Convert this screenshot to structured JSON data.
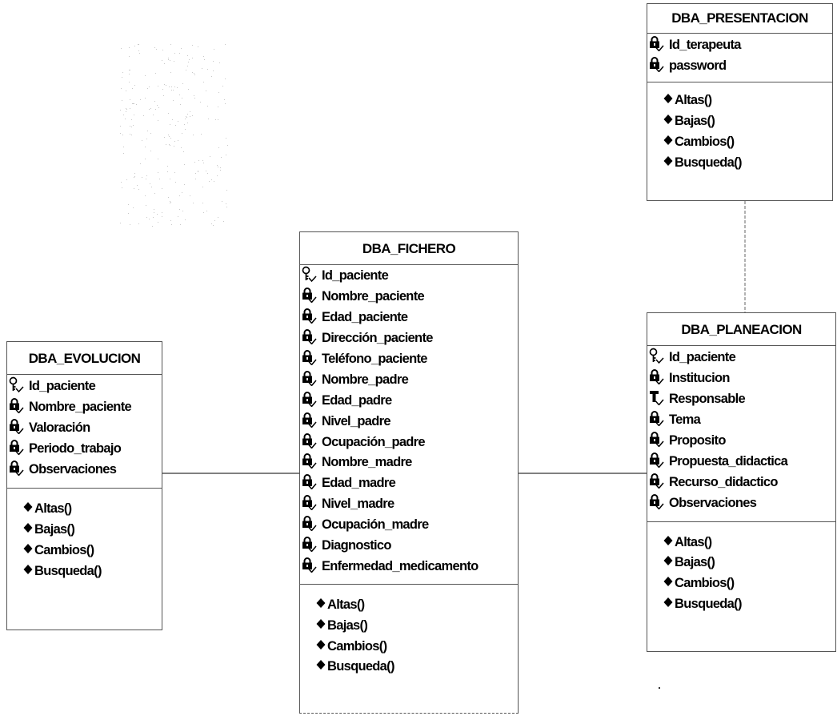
{
  "classes": {
    "presentacion": {
      "name": "DBA_PRESENTACION",
      "attributes": [
        {
          "icon": "lock-attribute-icon",
          "label": "Id_terapeuta"
        },
        {
          "icon": "lock-attribute-icon",
          "label": "password"
        }
      ],
      "operations": [
        "Altas()",
        "Bajas()",
        "Cambios()",
        "Busqueda()"
      ]
    },
    "fichero": {
      "name": "DBA_FICHERO",
      "attributes": [
        {
          "icon": "key-attribute-icon",
          "label": "Id_paciente"
        },
        {
          "icon": "lock-attribute-icon",
          "label": "Nombre_paciente"
        },
        {
          "icon": "lock-attribute-icon",
          "label": "Edad_paciente"
        },
        {
          "icon": "lock-attribute-icon",
          "label": "Dirección_paciente"
        },
        {
          "icon": "lock-attribute-icon",
          "label": "Teléfono_paciente"
        },
        {
          "icon": "lock-attribute-icon",
          "label": "Nombre_padre"
        },
        {
          "icon": "lock-attribute-icon",
          "label": "Edad_padre"
        },
        {
          "icon": "lock-attribute-icon",
          "label": "Nivel_padre"
        },
        {
          "icon": "lock-attribute-icon",
          "label": "Ocupación_padre"
        },
        {
          "icon": "lock-attribute-icon",
          "label": "Nombre_madre"
        },
        {
          "icon": "lock-attribute-icon",
          "label": "Edad_madre"
        },
        {
          "icon": "lock-attribute-icon",
          "label": "Nivel_madre"
        },
        {
          "icon": "lock-attribute-icon",
          "label": "Ocupación_madre"
        },
        {
          "icon": "lock-attribute-icon",
          "label": "Diagnostico"
        },
        {
          "icon": "lock-attribute-icon",
          "label": "Enfermedad_medicamento"
        }
      ],
      "operations": [
        "Altas()",
        "Bajas()",
        "Cambios()",
        "Busqueda()"
      ]
    },
    "evolucion": {
      "name": "DBA_EVOLUCION",
      "attributes": [
        {
          "icon": "key-attribute-icon",
          "label": "Id_paciente"
        },
        {
          "icon": "lock-attribute-icon",
          "label": "Nombre_paciente"
        },
        {
          "icon": "lock-attribute-icon",
          "label": "Valoración"
        },
        {
          "icon": "lock-attribute-icon",
          "label": "Periodo_trabajo"
        },
        {
          "icon": "lock-attribute-icon",
          "label": "Observaciones"
        }
      ],
      "operations": [
        "Altas()",
        "Bajas()",
        "Cambios()",
        "Busqueda()"
      ]
    },
    "planeacion": {
      "name": "DBA_PLANEACION",
      "attributes": [
        {
          "icon": "key-attribute-icon",
          "label": "Id_paciente"
        },
        {
          "icon": "lock-attribute-icon",
          "label": "Institucion"
        },
        {
          "icon": "protected-attribute-icon",
          "label": "Responsable"
        },
        {
          "icon": "lock-attribute-icon",
          "label": "Tema"
        },
        {
          "icon": "lock-attribute-icon",
          "label": "Proposito"
        },
        {
          "icon": "lock-attribute-icon",
          "label": "Propuesta_didactica"
        },
        {
          "icon": "lock-attribute-icon",
          "label": "Recurso_didactico"
        },
        {
          "icon": "lock-attribute-icon",
          "label": "Observaciones"
        }
      ],
      "operations": [
        "Altas()",
        "Bajas()",
        "Cambios()",
        "Busqueda()"
      ]
    }
  },
  "operation_icon": "diamond-method-icon",
  "connectors": [
    {
      "from": "evolucion",
      "to": "fichero"
    },
    {
      "from": "fichero",
      "to": "planeacion"
    },
    {
      "from": "presentacion",
      "to": "planeacion"
    }
  ]
}
